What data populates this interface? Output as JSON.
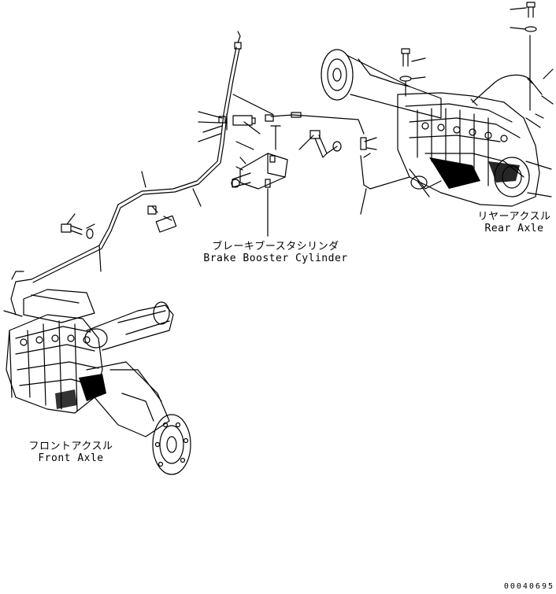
{
  "labels": {
    "brake_booster_jp": "ブレーキブースタシリンダ",
    "brake_booster_en": "Brake Booster Cylinder",
    "rear_axle_jp": "リヤーアクスル",
    "rear_axle_en": "Rear Axle",
    "front_axle_jp": "フロントアクスル",
    "front_axle_en": "Front Axle"
  },
  "drawing_number": "00040695",
  "colors": {
    "line": "#000000",
    "background": "#ffffff"
  }
}
